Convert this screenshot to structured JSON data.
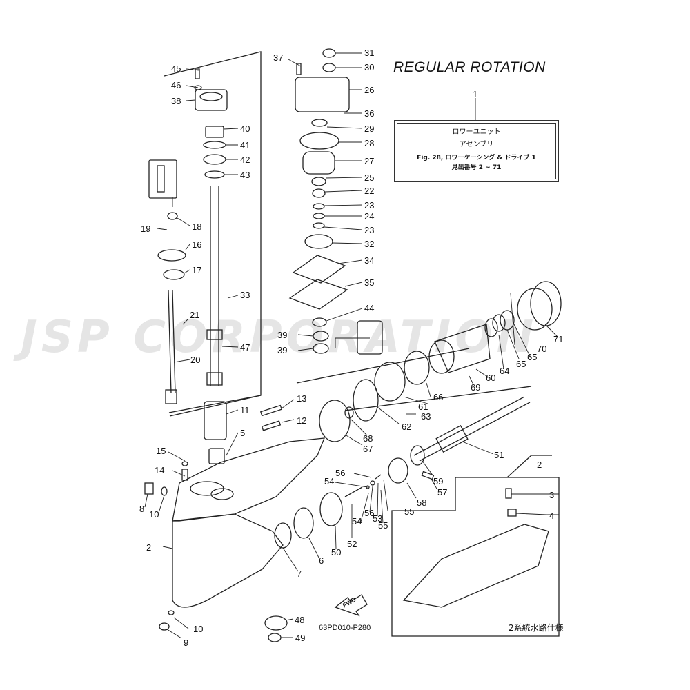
{
  "title": "REGULAR ROTATION",
  "callout": {
    "ref": "1",
    "line1": "ロワーユニット",
    "line2": "アセンブリ",
    "line3": "Fig. 28, ロワーケーシング & ドライブ 1",
    "line4": "見出番号 2 ~ 71"
  },
  "figure_code": "63PD010-P280",
  "inset_caption": "2系統水路仕様",
  "watermark": "JSP CORPORATION",
  "fwd_label": "FWD",
  "part_numbers": [
    "31",
    "30",
    "37",
    "26",
    "45",
    "46",
    "38",
    "36",
    "29",
    "40",
    "28",
    "41",
    "42",
    "27",
    "43",
    "25",
    "22",
    "23",
    "24",
    "18",
    "19",
    "16",
    "23",
    "32",
    "17",
    "34",
    "35",
    "33",
    "21",
    "44",
    "39",
    "39",
    "47",
    "20",
    "60",
    "64",
    "65",
    "65",
    "70",
    "71",
    "69",
    "66",
    "61",
    "63",
    "13",
    "11",
    "12",
    "62",
    "5",
    "68",
    "67",
    "51",
    "15",
    "14",
    "56",
    "59",
    "54",
    "57",
    "8",
    "10",
    "58",
    "56",
    "53",
    "55",
    "54",
    "55",
    "52",
    "50",
    "3",
    "4",
    "2",
    "6",
    "7",
    "2",
    "48",
    "10",
    "9",
    "49",
    "1"
  ]
}
